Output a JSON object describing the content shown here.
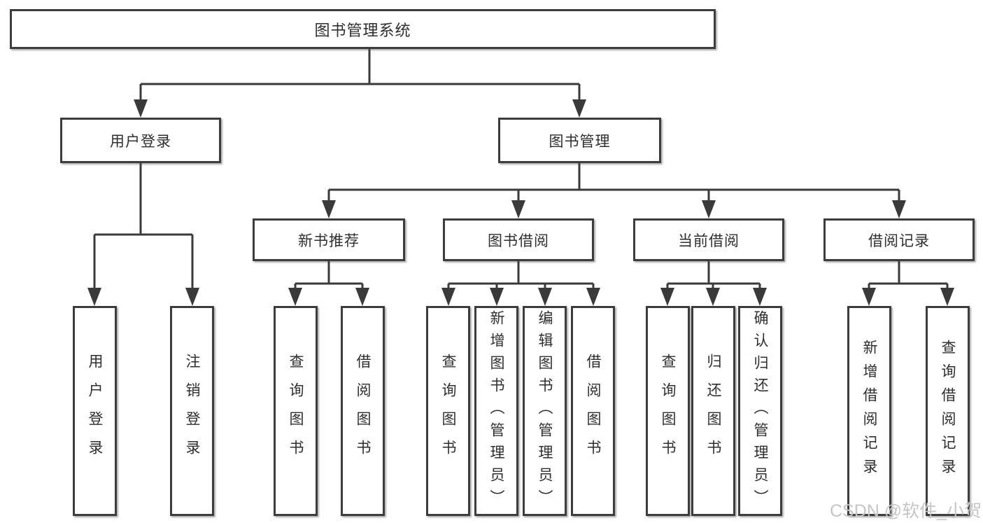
{
  "tree": {
    "root": {
      "label": "图书管理系统"
    },
    "branches": [
      {
        "label": "用户登录",
        "leaves": [
          {
            "label": "用户登录"
          },
          {
            "label": "注销登录"
          }
        ]
      },
      {
        "label": "图书管理",
        "groups": [
          {
            "label": "新书推荐",
            "leaves": [
              {
                "label": "查询图书"
              },
              {
                "label": "借阅图书"
              }
            ]
          },
          {
            "label": "图书借阅",
            "leaves": [
              {
                "label": "查询图书"
              },
              {
                "label": "新增图书（管理员）"
              },
              {
                "label": "编辑图书（管理员）"
              },
              {
                "label": "借阅图书"
              }
            ]
          },
          {
            "label": "当前借阅",
            "leaves": [
              {
                "label": "查询图书"
              },
              {
                "label": "归还图书"
              },
              {
                "label": "确认归还（管理员）"
              }
            ]
          },
          {
            "label": "借阅记录",
            "leaves": [
              {
                "label": "新增借阅记录"
              },
              {
                "label": "查询借阅记录"
              }
            ]
          }
        ]
      }
    ]
  },
  "watermark": {
    "text": "CSDN @软件_小贺同学"
  },
  "colors": {
    "line": "#3a3a3a",
    "border": "#3d3d3d",
    "text": "#2e2e2e",
    "watermark": "#c6c6c6"
  }
}
